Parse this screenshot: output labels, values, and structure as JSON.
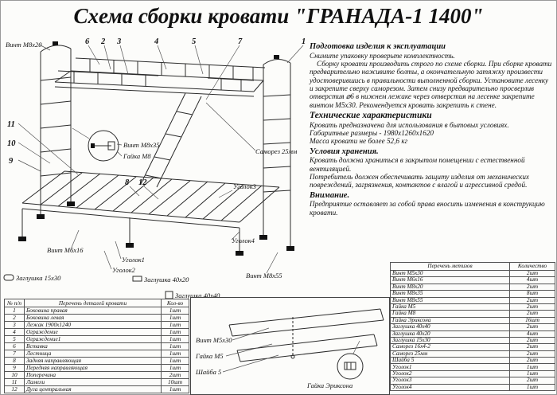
{
  "page": {
    "title": "Схема сборки кровати \"ГРАНАДА-1 1400\""
  },
  "diagram": {
    "callouts": {
      "n1": "1",
      "n2": "2",
      "n3": "3",
      "n4": "4",
      "n5": "5",
      "n6": "6",
      "n7": "7",
      "n8": "8",
      "n9": "9",
      "n10": "10",
      "n11": "11",
      "n12": "12"
    },
    "labels": {
      "vint_m8x20": "Винт М8х20",
      "vint_m8x35": "Винт М8х35",
      "gaika_m8": "Гайка М8",
      "samorez_25": "Саморез 25мм",
      "ugolok1": "Уголок1",
      "ugolok2": "Уголок2",
      "ugolok3": "Уголок3",
      "ugolok4": "Уголок4",
      "vint_m6x16": "Винт М6х16",
      "vint_m8x55": "Винт М8х55",
      "zaglushka_15x30": "Заглушка 15х30",
      "zaglushka_40x20": "Заглушка 40х20",
      "zaglushka_40x40": "Заглушка 40х40"
    }
  },
  "detail": {
    "labels": {
      "vint_m5x30": "Винт М5х30",
      "gaika_m5": "Гайка М5",
      "shaiba_5": "Шайба 5",
      "gaika_eriksona": "Гайка Эриксона"
    }
  },
  "instructions": {
    "prep_heading": "Подготовка изделия к эксплуатации",
    "prep_lines": [
      "Снимите упаковку проверьте комплектность.",
      "Сборку кровати производить строго по схеме сборки. При сборке кровати предварительно наживите болты, а окончательную затяжку произвести удостоверившись в правильности выполненной сборки. Установите лесенку и закрепите сверху саморезом. Затем снизу предварительно просверлив отверстия ⌀6 в нижнем лежаке через отверстия на лесенке закрепите винтом М5х30. Рекомендуется кровать закрепить к стене."
    ],
    "tech_heading": "Технические характеристики",
    "tech_lines": [
      "Кровать предназначена для использования в бытовых условиях.",
      "Габаритные размеры - 1980х1260х1620",
      "Масса кровати не более 52,6 кг"
    ],
    "storage_heading": "Условия хранения.",
    "storage_lines": [
      "Кровать должна храниться в закрытом помещении с естественной вентиляцией.",
      "Потребитель должен обеспечивать защиту изделия от механических повреждений, загрязнения, контактов с влагой и агрессивной средой."
    ],
    "warning_heading": "Внимание.",
    "warning_lines": [
      "Предприятие оставляет за собой права вносить изменения в конструкцию кровати."
    ]
  },
  "parts_table": {
    "headers": {
      "num": "№ п/п",
      "name": "Перечень деталей кровати",
      "qty": "Кол-во"
    },
    "rows": [
      {
        "num": "1",
        "name": "Боковина правая",
        "qty": "1шт"
      },
      {
        "num": "2",
        "name": "Боковина левая",
        "qty": "1шт"
      },
      {
        "num": "3",
        "name": "Лежак 1900х1240",
        "qty": "1шт"
      },
      {
        "num": "4",
        "name": "Ограждение",
        "qty": "1шт"
      },
      {
        "num": "5",
        "name": "Ограждение1",
        "qty": "1шт"
      },
      {
        "num": "6",
        "name": "Вставка",
        "qty": "1шт"
      },
      {
        "num": "7",
        "name": "Лестница",
        "qty": "1шт"
      },
      {
        "num": "8",
        "name": "Задняя направляющая",
        "qty": "1шт"
      },
      {
        "num": "9",
        "name": "Передняя направляющая",
        "qty": "1шт"
      },
      {
        "num": "10",
        "name": "Поперечина",
        "qty": "2шт"
      },
      {
        "num": "11",
        "name": "Ламели",
        "qty": "10шт"
      },
      {
        "num": "12",
        "name": "Дуга центральная",
        "qty": "1шт"
      }
    ]
  },
  "metiz_table": {
    "headers": {
      "name": "Перечень метизов",
      "qty": "Количество"
    },
    "rows": [
      {
        "name": "Винт М5х30",
        "qty": "2шт"
      },
      {
        "name": "Винт М6х16",
        "qty": "4шт"
      },
      {
        "name": "Винт М8х20",
        "qty": "2шт"
      },
      {
        "name": "Винт М8х35",
        "qty": "8шт"
      },
      {
        "name": "Винт М8х55",
        "qty": "2шт"
      },
      {
        "name": "Гайка М5",
        "qty": "2шт"
      },
      {
        "name": "Гайка М8",
        "qty": "2шт"
      },
      {
        "name": "Гайка Эриксона",
        "qty": "16шт"
      },
      {
        "name": "Заглушка 40х40",
        "qty": "2шт"
      },
      {
        "name": "Заглушка 40х20",
        "qty": "4шт"
      },
      {
        "name": "Заглушка 15х30",
        "qty": "2шт"
      },
      {
        "name": "Саморез 16х4-2",
        "qty": "2шт"
      },
      {
        "name": "Саморез 25мм",
        "qty": "2шт"
      },
      {
        "name": "Шайба 5",
        "qty": "2шт"
      },
      {
        "name": "Уголок1",
        "qty": "1шт"
      },
      {
        "name": "Уголок2",
        "qty": "1шт"
      },
      {
        "name": "Уголок3",
        "qty": "2шт"
      },
      {
        "name": "Уголок4",
        "qty": "1шт"
      }
    ]
  }
}
